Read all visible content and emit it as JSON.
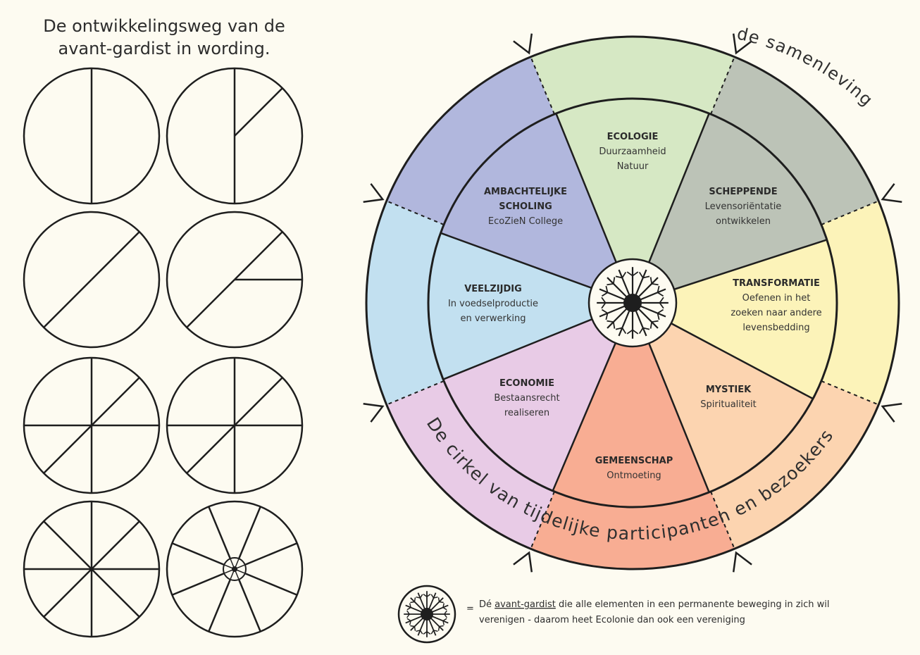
{
  "title_lines": [
    "De ontwikkelingsweg van de",
    "avant-gardist in wording."
  ],
  "ring_text_top": "de samenleving",
  "ring_text_bottom": "De cirkel van tijdelijke participanten en bezoekers",
  "segments": [
    {
      "key": "ecologie",
      "color": "#d6e8c4",
      "outer_color": "#d6e8c4",
      "title": "ECOLOGIE",
      "lines": [
        "Duurzaamheid",
        "Natuur"
      ]
    },
    {
      "key": "scheppende",
      "color": "#bcc3b7",
      "outer_color": "#bcc3b7",
      "title": "SCHEPPENDE",
      "lines": [
        "Levensoriëntatie",
        "ontwikkelen"
      ]
    },
    {
      "key": "transformatie",
      "color": "#fcf3b9",
      "outer_color": "#fcf3b9",
      "title": "TRANSFORMATIE",
      "lines": [
        "Oefenen in het",
        "zoeken naar andere",
        "levensbedding"
      ]
    },
    {
      "key": "mystiek",
      "color": "#fcd4b0",
      "outer_color": "#fcd4b0",
      "title": "MYSTIEK",
      "lines": [
        "Spiritualiteit"
      ]
    },
    {
      "key": "gemeenschap",
      "color": "#f8ad93",
      "outer_color": "#f8ad93",
      "title": "GEMEENSCHAP",
      "lines": [
        "Ontmoeting"
      ]
    },
    {
      "key": "economie",
      "color": "#e8cbe6",
      "outer_color": "#e8cbe6",
      "title": "ECONOMIE",
      "lines": [
        "Bestaansrecht",
        "realiseren"
      ]
    },
    {
      "key": "veelzijdig",
      "color": "#c2e0f0",
      "outer_color": "#c2e0f0",
      "title": "VEELZIJDIG",
      "lines": [
        "In voedselproductie",
        "en verwerking"
      ]
    },
    {
      "key": "ambachtelijke",
      "color": "#b1b7dd",
      "outer_color": "#b1b7dd",
      "title": "AMBACHTELIJKE",
      "lines": [
        "SCHOLING",
        "EcoZieN College"
      ]
    }
  ],
  "legend": {
    "equals": "=",
    "line1_before": "Dé ",
    "line1_link": "avant-gardist",
    "line1_after": " die alle elementen in een permanente beweging in zich wil",
    "line2": "verenigen - daarom heet Ecolonie dan ook een vereniging"
  },
  "colors": {
    "line": "#1e1e1e",
    "background": "#fdfbf1"
  }
}
